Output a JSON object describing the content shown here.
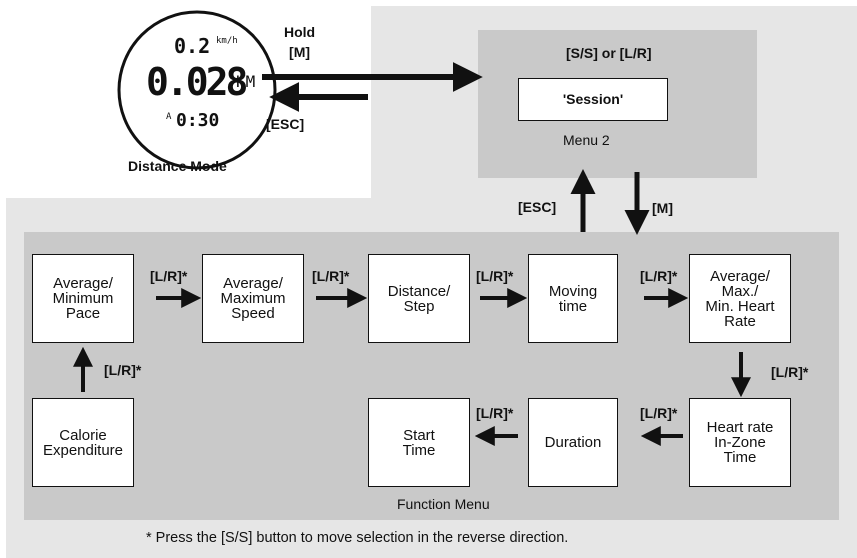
{
  "distance_mode": {
    "caption": "Distance Mode",
    "lcd_top": "0.2",
    "lcd_top_unit": "km/h",
    "lcd_main": "0.028",
    "lcd_main_unit": "KM",
    "lcd_bottom_prefix": "A",
    "lcd_bottom": "0:30"
  },
  "hold_m_label": "Hold\n[M]",
  "esc_label_top": "[ESC]",
  "menu2": {
    "header": "[S/S] or [L/R]",
    "session_label": "'Session'",
    "caption": "Menu 2"
  },
  "esc_label_mid": "[ESC]",
  "m_label": "[M]",
  "function_menu": {
    "caption": "Function Menu",
    "boxes": [
      "Average/\nMinimum\nPace",
      "Average/\nMaximum\nSpeed",
      "Distance/\nStep",
      "Moving\ntime",
      "Average/\nMax./\nMin. Heart\nRate",
      "Heart rate\nIn-Zone\nTime",
      "Duration",
      "Start\nTime",
      "Calorie\nExpenditure"
    ],
    "lr_label": "[L/R]*"
  },
  "footnote": "* Press the [S/S] button to  move selection in the reverse direction.",
  "colors": {
    "outer_background": "#e6e6e6",
    "panel_background": "#c9c9c9",
    "box_fill": "#ffffff",
    "ink": "#111111"
  }
}
